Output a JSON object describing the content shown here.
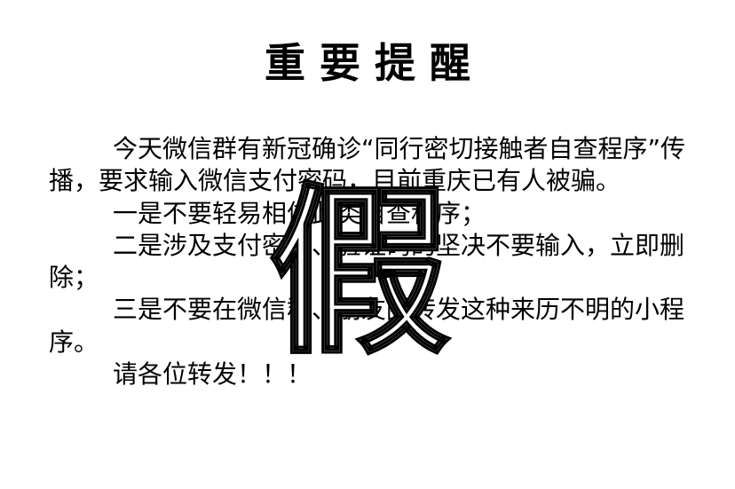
{
  "document": {
    "title": "重要提醒",
    "paragraphs": [
      "今天微信群有新冠确诊“同行密切接触者自查程序”传播，要求输入微信支付密码，目前重庆已有人被骗。",
      "一是不要轻易相信此类自查程序；",
      "二是涉及支付密码、验证码的坚决不要输入，立即删除；",
      "三是不要在微信群、朋友圈转发这种来历不明的小程序。",
      "请各位转发！！！"
    ],
    "watermark": "假"
  }
}
